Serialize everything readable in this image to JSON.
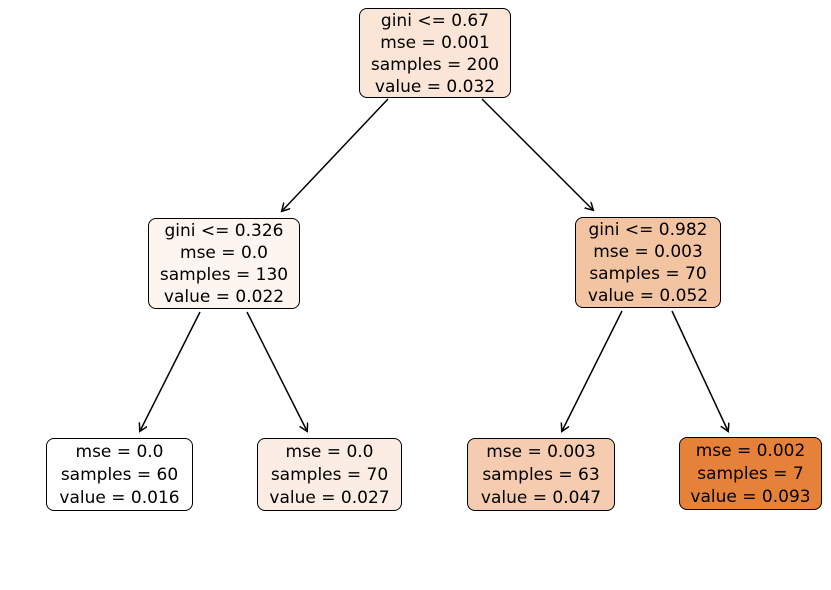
{
  "diagram": {
    "type": "decision-tree",
    "background": "#ffffff",
    "node_border_color": "#000000",
    "text_color": "#000000",
    "edge_color": "#000000",
    "nodes": {
      "root": {
        "fill": "#fae5d6",
        "lines": [
          "gini <= 0.67",
          "mse = 0.001",
          "samples = 200",
          "value = 0.032"
        ]
      },
      "left": {
        "fill": "#fdf5f0",
        "lines": [
          "gini <= 0.326",
          "mse = 0.0",
          "samples = 130",
          "value = 0.022"
        ]
      },
      "right": {
        "fill": "#f3c4a2",
        "lines": [
          "gini <= 0.982",
          "mse = 0.003",
          "samples = 70",
          "value = 0.052"
        ]
      },
      "leaf_ll": {
        "fill": "#ffffff",
        "lines": [
          "mse = 0.0",
          "samples = 60",
          "value = 0.016"
        ]
      },
      "leaf_lr": {
        "fill": "#fbede3",
        "lines": [
          "mse = 0.0",
          "samples = 70",
          "value = 0.027"
        ]
      },
      "leaf_rl": {
        "fill": "#f5ccaf",
        "lines": [
          "mse = 0.003",
          "samples = 63",
          "value = 0.047"
        ]
      },
      "leaf_rr": {
        "fill": "#e58139",
        "lines": [
          "mse = 0.002",
          "samples = 7",
          "value = 0.093"
        ]
      }
    },
    "edges": [
      {
        "from": "root",
        "to": "left"
      },
      {
        "from": "root",
        "to": "right"
      },
      {
        "from": "left",
        "to": "leaf_ll"
      },
      {
        "from": "left",
        "to": "leaf_lr"
      },
      {
        "from": "right",
        "to": "leaf_rl"
      },
      {
        "from": "right",
        "to": "leaf_rr"
      }
    ]
  }
}
